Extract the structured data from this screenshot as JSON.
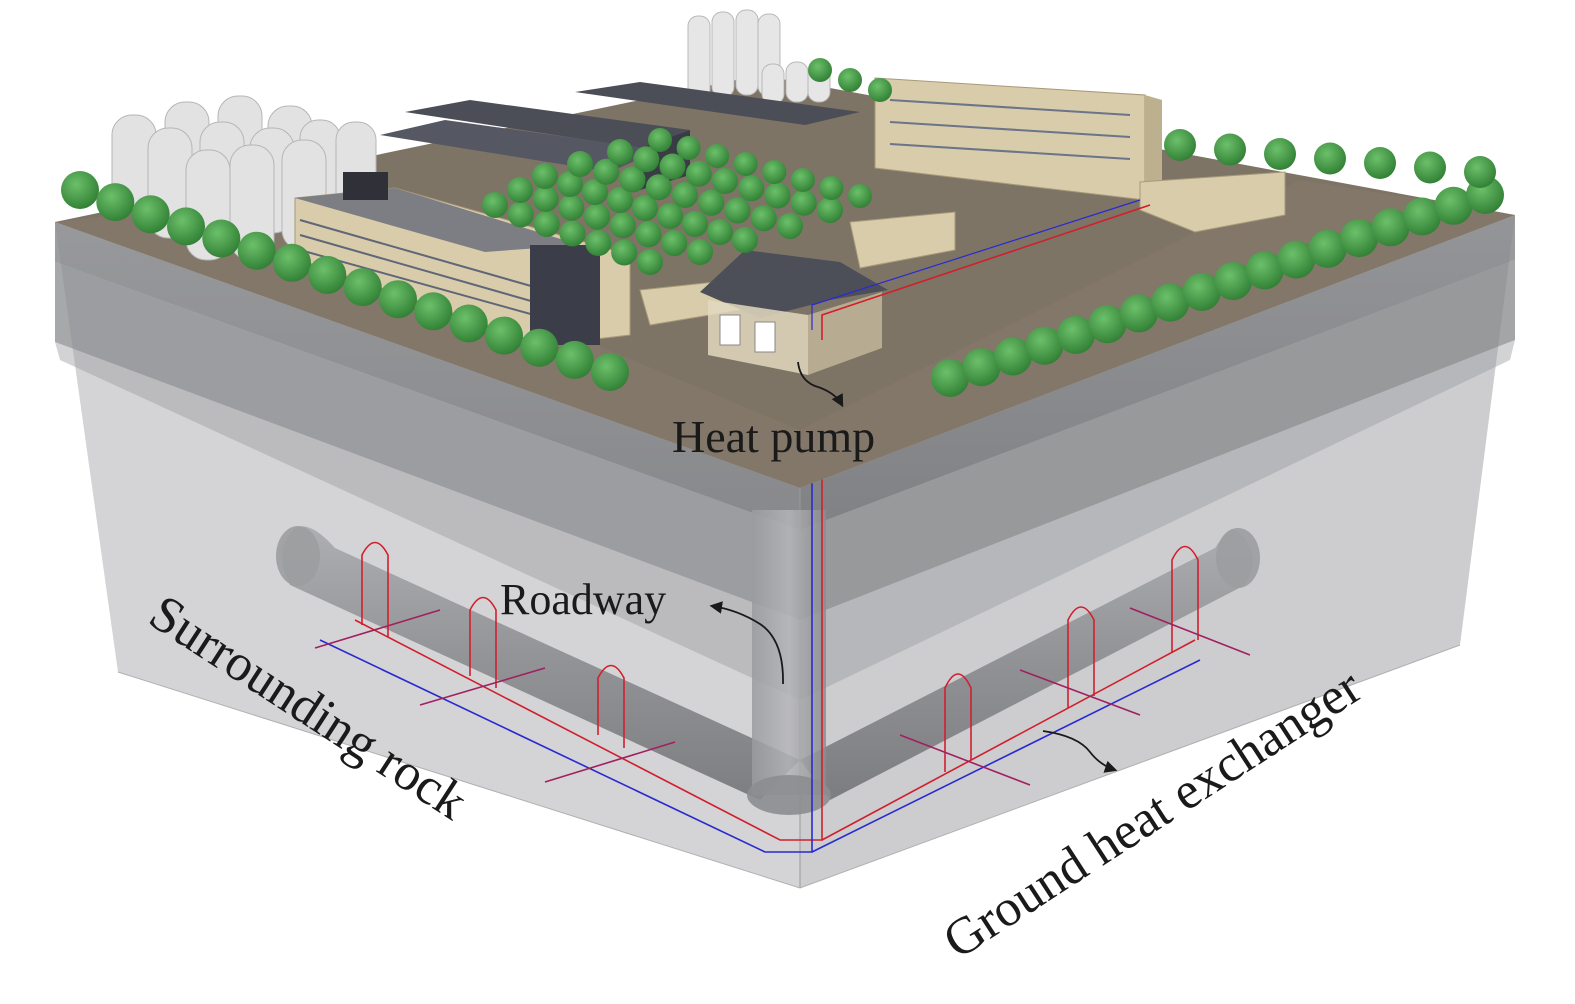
{
  "labels": {
    "heat_pump": "Heat pump",
    "roadway": "Roadway",
    "surrounding_rock": "Surrounding rock",
    "ground_heat_exchanger": "Ground heat exchanger"
  },
  "colors": {
    "soil": "#7e7466",
    "rock_side": "#8f9093",
    "rock_dark": "#6f7073",
    "transparent_rock": "#c9c9cb",
    "tunnel": "#8a8b8f",
    "pipe_supply": "#d0202e",
    "pipe_return": "#2a2ad0",
    "tree": "#3f9440",
    "building_wall": "#d8ccab",
    "roof": "#4b4d57",
    "silo": "#e6e6e6"
  }
}
